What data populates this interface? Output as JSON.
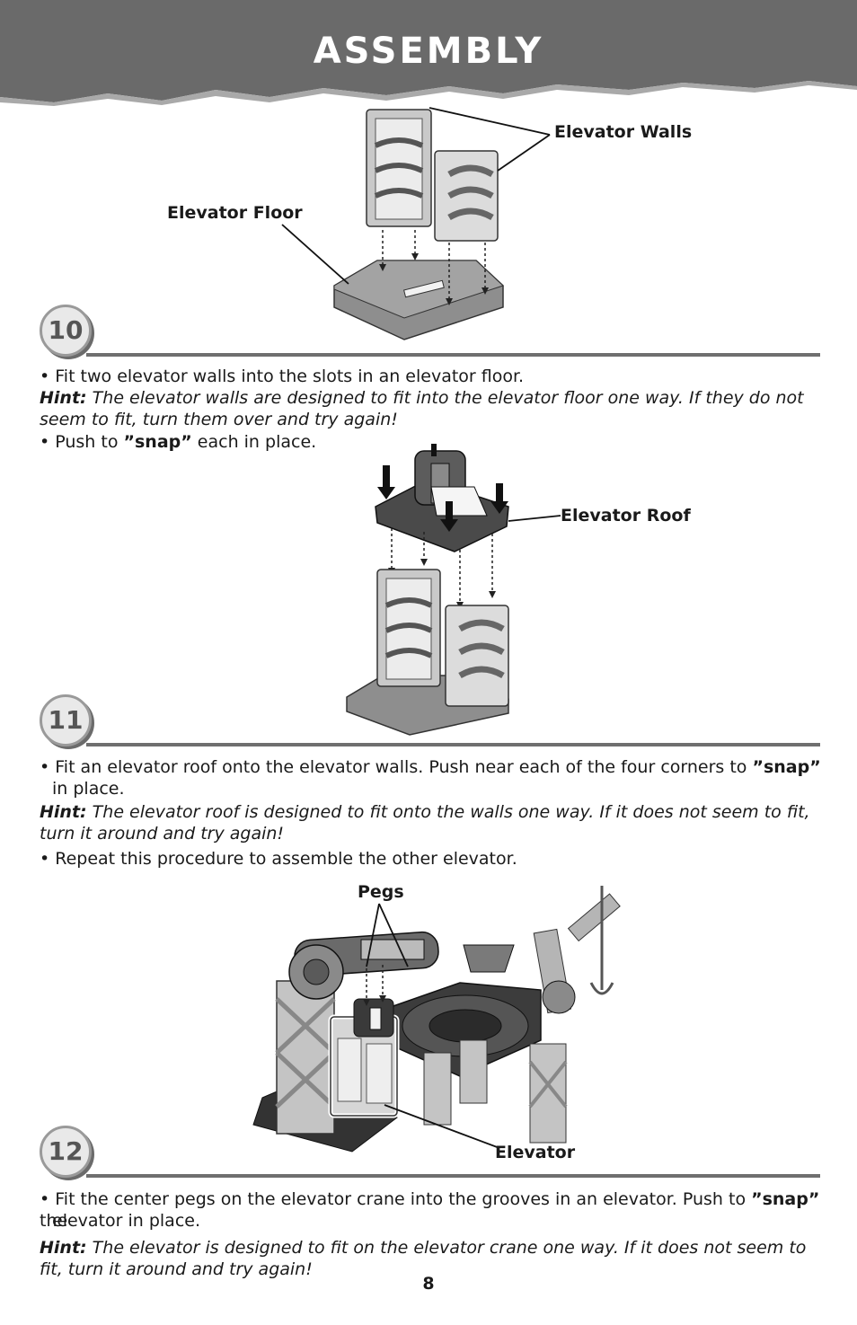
{
  "header": {
    "title": "ASSEMBLY"
  },
  "step10": {
    "number": "10",
    "callout_walls": "Elevator Walls",
    "callout_floor": "Elevator Floor",
    "bullet1": "• Fit two elevator walls into the slots in an elevator floor.",
    "hint_label": "Hint:",
    "hint_text": " The elevator walls are designed to fit into the elevator floor one way. If they do not seem to fit, turn them over and try again!",
    "bullet2_pre": "• Push to ",
    "bullet2_snap": "”snap”",
    "bullet2_post": " each in place."
  },
  "step11": {
    "number": "11",
    "callout_roof": "Elevator Roof",
    "bullet1_pre": "• Fit an elevator roof onto the elevator walls. Push near each of the four corners to ",
    "bullet1_snap": "”snap”",
    "bullet1_post": "in place.",
    "hint_label": "Hint:",
    "hint_text": "  The elevator roof is designed to fit onto the walls one way. If it does not seem to fit, turn it around and try again!",
    "bullet2": "• Repeat this procedure to assemble the other elevator."
  },
  "step12": {
    "number": "12",
    "callout_pegs": "Pegs",
    "callout_elevator": "Elevator",
    "bullet1_pre": "• Fit the center pegs on the elevator crane into the grooves in an elevator. Push to ",
    "bullet1_snap": "”snap”",
    "bullet1_post": " the",
    "bullet1_line2": "elevator in place.",
    "hint_label": "Hint:",
    "hint_text": " The elevator is designed to fit on the elevator crane one way. If it does not seem to fit, turn it around and try again!"
  },
  "footer": {
    "page_number": "8"
  }
}
